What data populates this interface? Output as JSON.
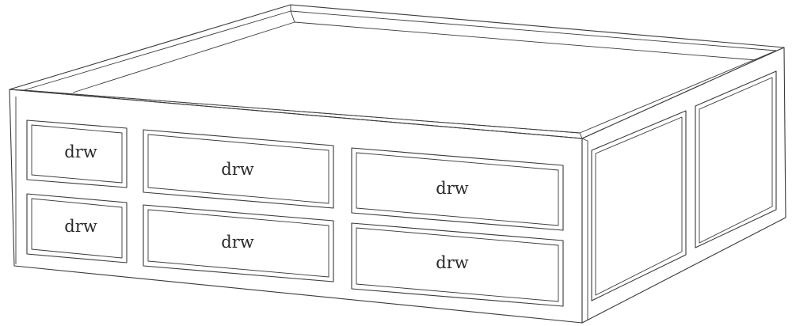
{
  "drawing": {
    "subject": "cabinet base with drawers and side panels",
    "drawer_labels": [
      "drw",
      "drw",
      "drw",
      "drw",
      "drw",
      "drw"
    ]
  },
  "colors": {
    "line": "#3a3a3a",
    "background": "#ffffff"
  }
}
